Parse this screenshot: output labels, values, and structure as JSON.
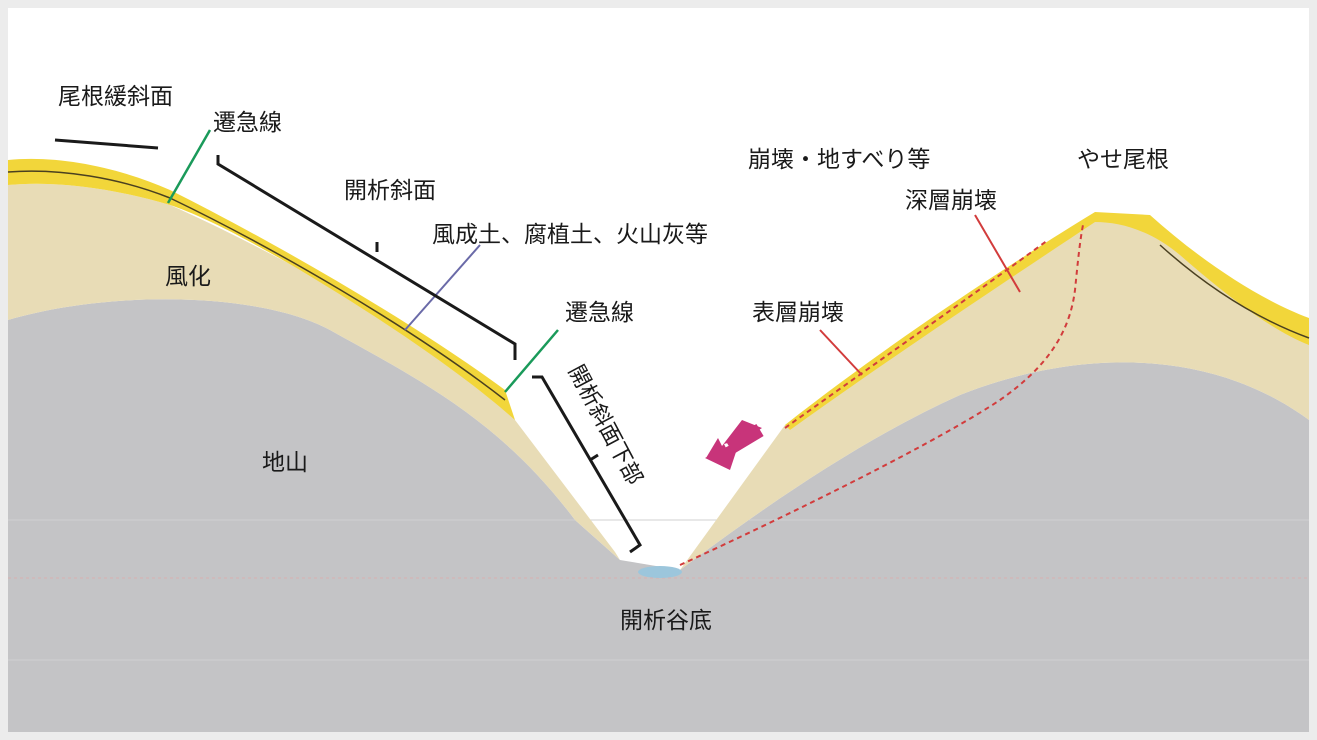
{
  "labels": {
    "ridge_gentle_slope": "尾根緩斜面",
    "knickline_upper": "遷急線",
    "dissected_slope": "開析斜面",
    "surface_soils": "風成土、腐植土、火山灰等",
    "weathered": "風化",
    "knickline_lower": "遷急線",
    "lower_dissected_slope": "開析斜面下部",
    "bedrock": "地山",
    "valley_bottom": "開析谷底",
    "collapse_landslide": "崩壊・地すべり等",
    "thin_ridge": "やせ尾根",
    "deep_collapse": "深層崩壊",
    "surface_collapse": "表層崩壊"
  },
  "colors": {
    "background": "#ffffff",
    "frame": "#ececec",
    "bedrock": "#c4c4c6",
    "weathered": "#e8dcb6",
    "soil": "#f2d63a",
    "knickline": "#1a9a5a",
    "soil_leader": "#6a6aa8",
    "collapse": "#d23c3c",
    "water": "#9cc6dc",
    "arrow": "#c8347a",
    "bracket": "#1a1a1a"
  }
}
